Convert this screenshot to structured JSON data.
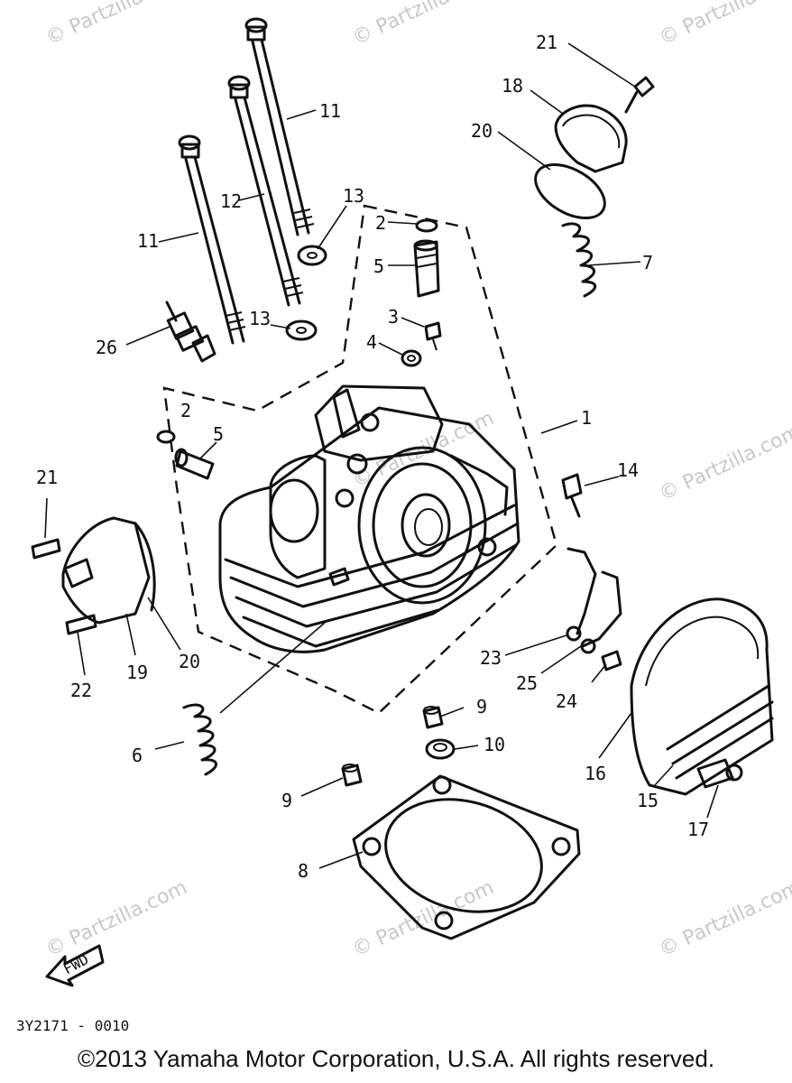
{
  "watermark": "© Partzilla.com",
  "diagram_code": "3Y2171 - 0010",
  "fwd_label": "FWD",
  "copyright": "©2013 Yamaha Motor Corporation, U.S.A. All rights reserved.",
  "callouts": {
    "c1": "1",
    "c2a": "2",
    "c2b": "2",
    "c3": "3",
    "c4": "4",
    "c5a": "5",
    "c5b": "5",
    "c6": "6",
    "c7": "7",
    "c8": "8",
    "c9a": "9",
    "c9b": "9",
    "c10": "10",
    "c11a": "11",
    "c11b": "11",
    "c12": "12",
    "c13a": "13",
    "c13b": "13",
    "c14": "14",
    "c15": "15",
    "c16": "16",
    "c17": "17",
    "c18": "18",
    "c19": "19",
    "c20a": "20",
    "c20b": "20",
    "c21a": "21",
    "c21b": "21",
    "c22": "22",
    "c23": "23",
    "c24": "24",
    "c25": "25",
    "c26": "26"
  }
}
